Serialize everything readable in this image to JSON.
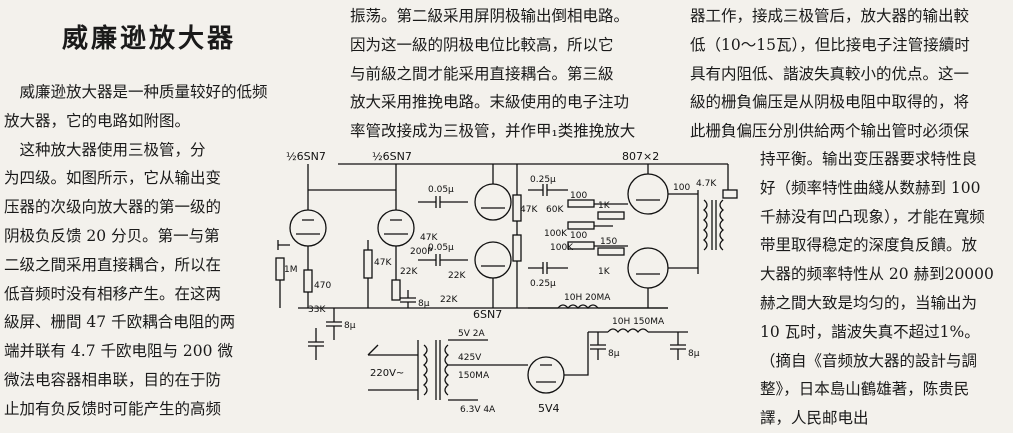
{
  "article": {
    "title": "威廉逊放大器",
    "col_a": [
      "　威廉逊放大器是一种质量较好的低频",
      "放大器，它的电路如附图。",
      "　这种放大器使用三极管，分",
      "为四级。如图所示，它从输出变",
      "压器的次级向放大器的第一级的",
      "阴极负反馈 20 分贝。第一与第",
      "二级之間采用直接耦合，所以在",
      "低音频时没有相移产生。在这两",
      "級屏、栅間 47 千欧耦合电阻的两",
      "端并联有 4.7 千欧电阻与 200 微",
      "微法电容器相串联，目的在于防",
      "止加有负反馈时可能产生的高频"
    ],
    "col_b": [
      "振荡。第二級采用屏阴极输出倒相电路。",
      "因为这一級的阴极电位比較高，所以它",
      "与前級之間才能采用直接耦合。第三級",
      "放大采用推挽电路。末級使用的电子注功",
      "率管改接成为三极管，并作甲₁类推挽放大"
    ],
    "col_c": [
      "器工作，接成三极管后，放大器的输出較",
      "低（10～15瓦），但比接电子注管接續时",
      "具有内阻低、諧波失真較小的优点。这一",
      "級的栅負偏压是从阴极电阻中取得的，将",
      "此栅負偏压分別供給两个输出管时必须保"
    ],
    "col_d": [
      "持平衡。输出变压器要求特性良",
      "好（频率特性曲綫从数赫到 100",
      "千赫没有凹凸现象），才能在寬频",
      "带里取得稳定的深度負反饋。放",
      "大器的频率特性从 20 赫到20000",
      "赫之間大致是均匀的，当输出为",
      "10 瓦时，諧波失真不超过1%。",
      "（摘自《音频放大器的設計与調",
      "整》，日本島山鶴雄著，陈贵民",
      "譯，人民邮电出"
    ]
  },
  "circuit": {
    "labels": {
      "t1": "½6SN7",
      "t2": "½6SN7",
      "t3": "6SN7",
      "t4": "807×2",
      "rect": "5V4",
      "r470": "470",
      "r33k": "33K",
      "r47k_a": "47K",
      "r47k_b": "47K",
      "r22k_a": "22K",
      "r22k_b": "22K",
      "r22k_c": "22K",
      "r47k_c": "47K",
      "r1m": "1M",
      "r100k": "100K",
      "r1k_a": "1K",
      "r1k_b": "1K",
      "r100_a": "100",
      "r100_b": "100",
      "r100_c": "100",
      "r150": "150",
      "r47k_d": "4.7K",
      "c200p": "200P",
      "c005_a": "0.05μ",
      "c005_b": "0.05μ",
      "c025_a": "0.25μ",
      "c025_b": "0.25μ",
      "c8_a": "8μ",
      "c8_b": "8μ",
      "c8_c": "8μ",
      "c8_d": "8μ",
      "choke1": "10H 20MA",
      "choke2": "10H 150MA",
      "t5v2a": "5V 2A",
      "t425v": "425V",
      "t150ma": "150MA",
      "t63v4a": "6.3V 4A",
      "mains": "220V~",
      "r100k_b": "100K",
      "r60k": "60K"
    }
  }
}
